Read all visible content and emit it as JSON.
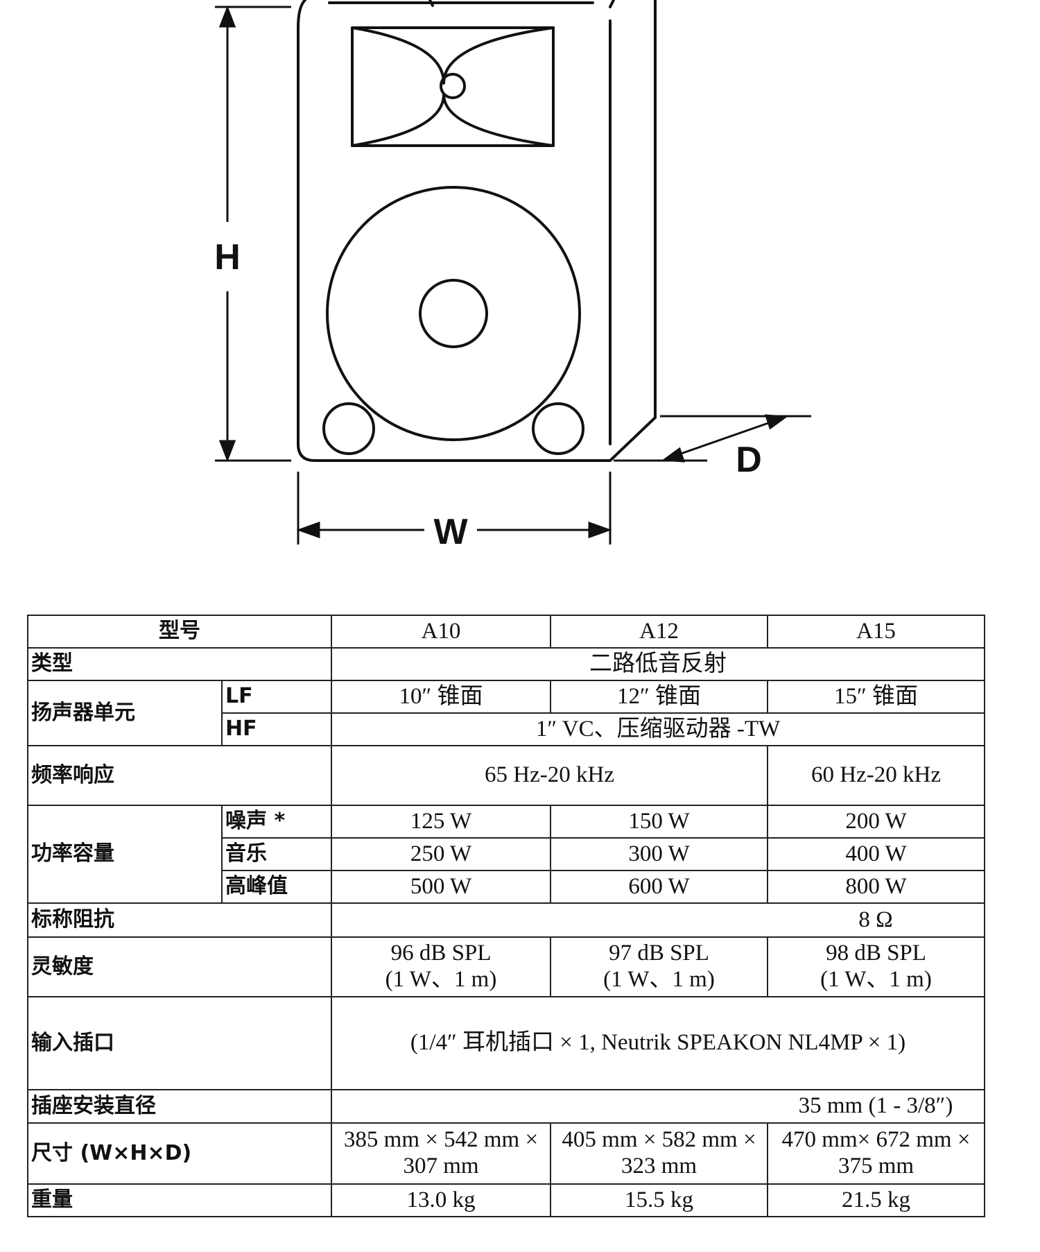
{
  "diagram": {
    "labels": {
      "height": "H",
      "width": "W",
      "depth": "D"
    }
  },
  "table": {
    "header": {
      "label": "型号",
      "models": [
        "A10",
        "A12",
        "A15"
      ]
    },
    "type": {
      "label": "类型",
      "value": "二路低音反射"
    },
    "driver": {
      "label": "扬声器单元",
      "lf": {
        "label": "LF",
        "values": [
          "10″ 锥面",
          "12″ 锥面",
          "15″ 锥面"
        ]
      },
      "hf": {
        "label": "HF",
        "value": "1″ VC、压缩驱动器 -TW"
      }
    },
    "freq": {
      "label": "频率响应",
      "value_a10_a12": "65 Hz-20 kHz",
      "value_a15": "60 Hz-20 kHz"
    },
    "power": {
      "label": "功率容量",
      "noise": {
        "label": "噪声 *",
        "values": [
          "125 W",
          "150 W",
          "200 W"
        ]
      },
      "music": {
        "label": "音乐",
        "values": [
          "250 W",
          "300 W",
          "400 W"
        ]
      },
      "peak": {
        "label": "高峰值",
        "values": [
          "500 W",
          "600 W",
          "800 W"
        ]
      }
    },
    "impedance": {
      "label": "标称阻抗",
      "value": "8 Ω"
    },
    "sensitivity": {
      "label": "灵敏度",
      "values": [
        {
          "line1": "96 dB SPL",
          "line2": "(1 W、1 m)"
        },
        {
          "line1": "97 dB SPL",
          "line2": "(1 W、1 m)"
        },
        {
          "line1": "98 dB SPL",
          "line2": "(1 W、1 m)"
        }
      ]
    },
    "input": {
      "label": "输入插口",
      "value": "(1/4″ 耳机插口 × 1, Neutrik SPEAKON NL4MP × 1)"
    },
    "mount": {
      "label": "插座安装直径",
      "value": "35 mm (1 - 3/8″)"
    },
    "dims": {
      "label": "尺寸 (W×H×D)",
      "values": [
        {
          "line1": "385 mm × 542 mm ×",
          "line2": "307 mm"
        },
        {
          "line1": "405 mm × 582 mm ×",
          "line2": "323 mm"
        },
        {
          "line1": "470 mm× 672 mm ×",
          "line2": "375 mm"
        }
      ]
    },
    "weight": {
      "label": "重量",
      "values": [
        "13.0 kg",
        "15.5 kg",
        "21.5 kg"
      ]
    }
  }
}
